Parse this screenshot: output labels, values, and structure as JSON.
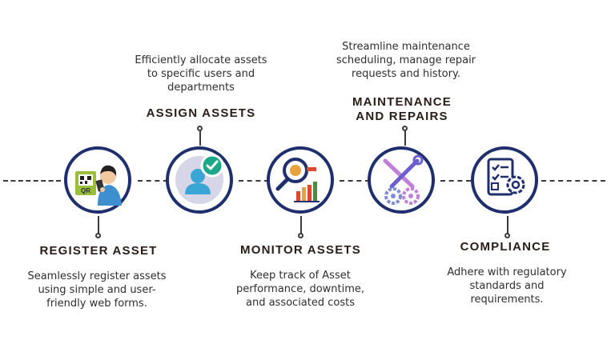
{
  "steps": [
    {
      "title": "REGISTER ASSET",
      "description": "Seamlessly register assets using simple and user-friendly web forms.",
      "icon": "person-scanning-qr-icon"
    },
    {
      "title": "ASSIGN ASSETS",
      "description": "Efficiently allocate assets to specific users and departments",
      "icon": "user-assigned-check-icon"
    },
    {
      "title": "MONITOR ASSETS",
      "description": "Keep track of Asset performance, downtime, and associated costs",
      "icon": "magnifier-bar-chart-icon"
    },
    {
      "title": "MAINTENANCE AND REPAIRS",
      "description": "Streamline maintenance scheduling, manage repair requests and history.",
      "icon": "wrench-screwdriver-gears-icon"
    },
    {
      "title": "COMPLIANCE",
      "description": "Adhere with regulatory standards and requirements.",
      "icon": "checklist-gear-icon"
    }
  ],
  "qr_label": "QR",
  "colors": {
    "ring": "#1f2f6e",
    "title": "#2a1d17",
    "connector": "#3a3a3a"
  }
}
